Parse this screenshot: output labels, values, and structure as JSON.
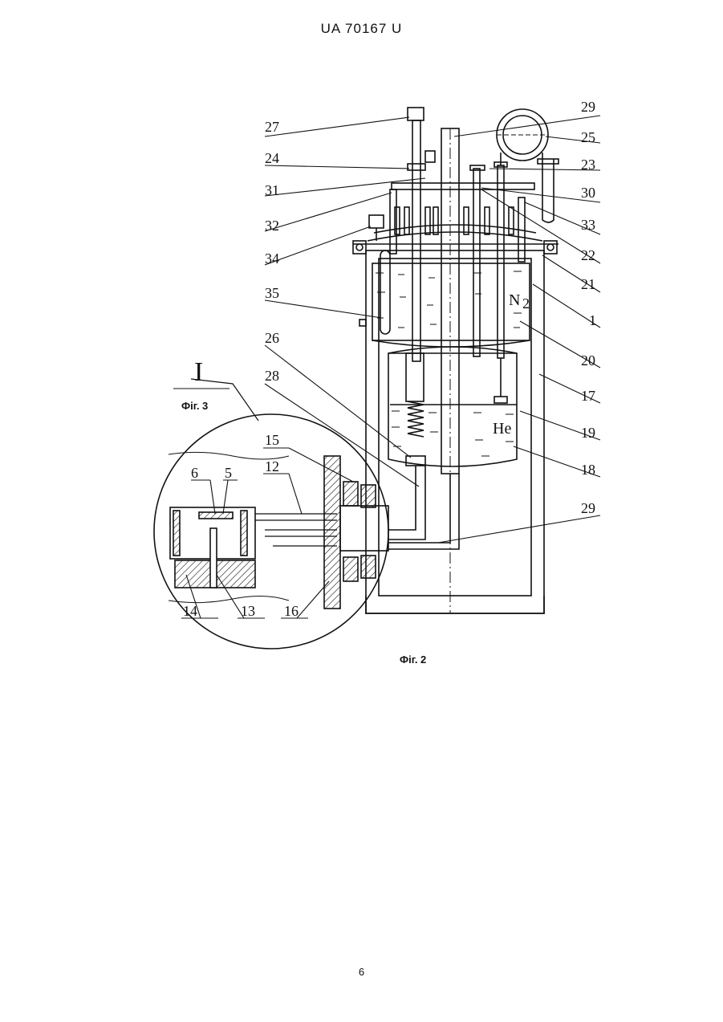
{
  "page": {
    "header": "UA   70167   U",
    "page_number": "6"
  },
  "figures": {
    "fig2_caption": "Фіг. 2",
    "fig3_caption": "Фіг. 3",
    "detail_marker": "I"
  },
  "substances": {
    "nitrogen": "N",
    "nitrogen_subscript": "2",
    "helium": "He"
  },
  "labels": {
    "l27": "27",
    "l24": "24",
    "l31": "31",
    "l32": "32",
    "l34": "34",
    "l35": "35",
    "l26": "26",
    "l28": "28",
    "l29top": "29",
    "l25": "25",
    "l23": "23",
    "l30": "30",
    "l33": "33",
    "l22": "22",
    "l21": "21",
    "l1": "1",
    "l20": "20",
    "l17": "17",
    "l19": "19",
    "l18": "18",
    "l29bot": "29",
    "l15": "15",
    "l12": "12",
    "l6": "6",
    "l5": "5",
    "l14": "14",
    "l13": "13",
    "l16": "16"
  },
  "colors": {
    "ink": "#111111",
    "paper": "#ffffff"
  }
}
